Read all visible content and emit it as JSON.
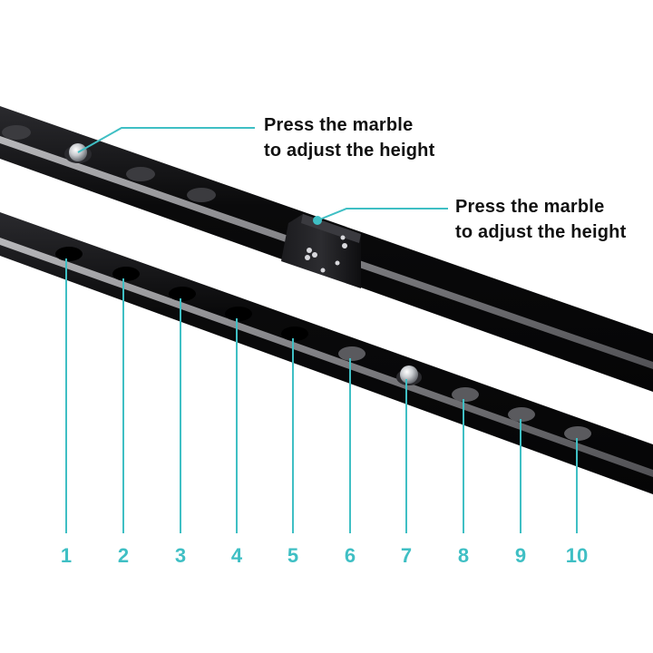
{
  "callouts": [
    {
      "line1": "Press the marble",
      "line2": "to adjust the height"
    },
    {
      "line1": "Press the marble",
      "line2": "to adjust the height"
    }
  ],
  "hole_numbers": [
    "1",
    "2",
    "3",
    "4",
    "5",
    "6",
    "7",
    "8",
    "9",
    "10"
  ],
  "colors": {
    "accent": "#3fbfc4",
    "tube": "#0d0d0f",
    "tube_highlight": "#8a8a8e",
    "label_text": "#111111",
    "background": "#ffffff"
  },
  "icons": {
    "marble": "steel-ball",
    "hole": "adjustment-hole",
    "clamp": "locking-collar"
  }
}
